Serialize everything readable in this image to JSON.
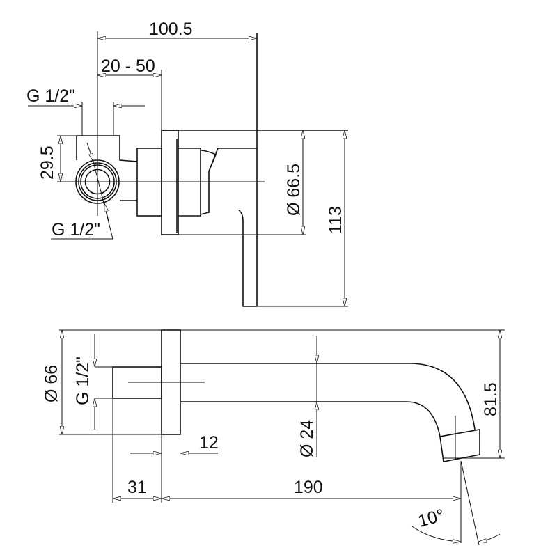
{
  "top_view": {
    "width_total": "100.5",
    "wall_range": "20 - 50",
    "inlet_thread_top": "G 1/2\"",
    "inlet_offset": "29.5",
    "inlet_thread_bottom": "G 1/2\"",
    "flange_diameter": "Ø 66.5",
    "height_total": "113"
  },
  "side_view": {
    "flange_diameter": "Ø 66",
    "connection_thread": "G 1/2\"",
    "flange_thickness": "12",
    "spout_diameter": "Ø 24",
    "spout_height": "81.5",
    "connector_length": "31",
    "spout_reach": "190",
    "outlet_angle": "10°"
  }
}
